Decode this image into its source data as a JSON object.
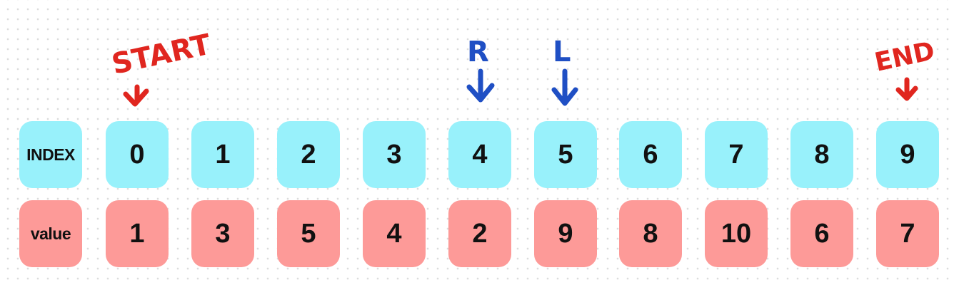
{
  "rows": {
    "index_label": "INDEX",
    "value_label": "value"
  },
  "cells": [
    {
      "index": "0",
      "value": "1"
    },
    {
      "index": "1",
      "value": "3"
    },
    {
      "index": "2",
      "value": "5"
    },
    {
      "index": "3",
      "value": "4"
    },
    {
      "index": "4",
      "value": "2"
    },
    {
      "index": "5",
      "value": "9"
    },
    {
      "index": "6",
      "value": "8"
    },
    {
      "index": "7",
      "value": "10"
    },
    {
      "index": "8",
      "value": "6"
    },
    {
      "index": "9",
      "value": "7"
    }
  ],
  "annotations": {
    "start": "START",
    "end": "END",
    "r": "R",
    "l": "L"
  },
  "colors": {
    "index_cell": "#98f1fb",
    "value_cell": "#fd9a98",
    "start_end_marker": "#e0261f",
    "pointer_marker": "#1f4fc4"
  }
}
